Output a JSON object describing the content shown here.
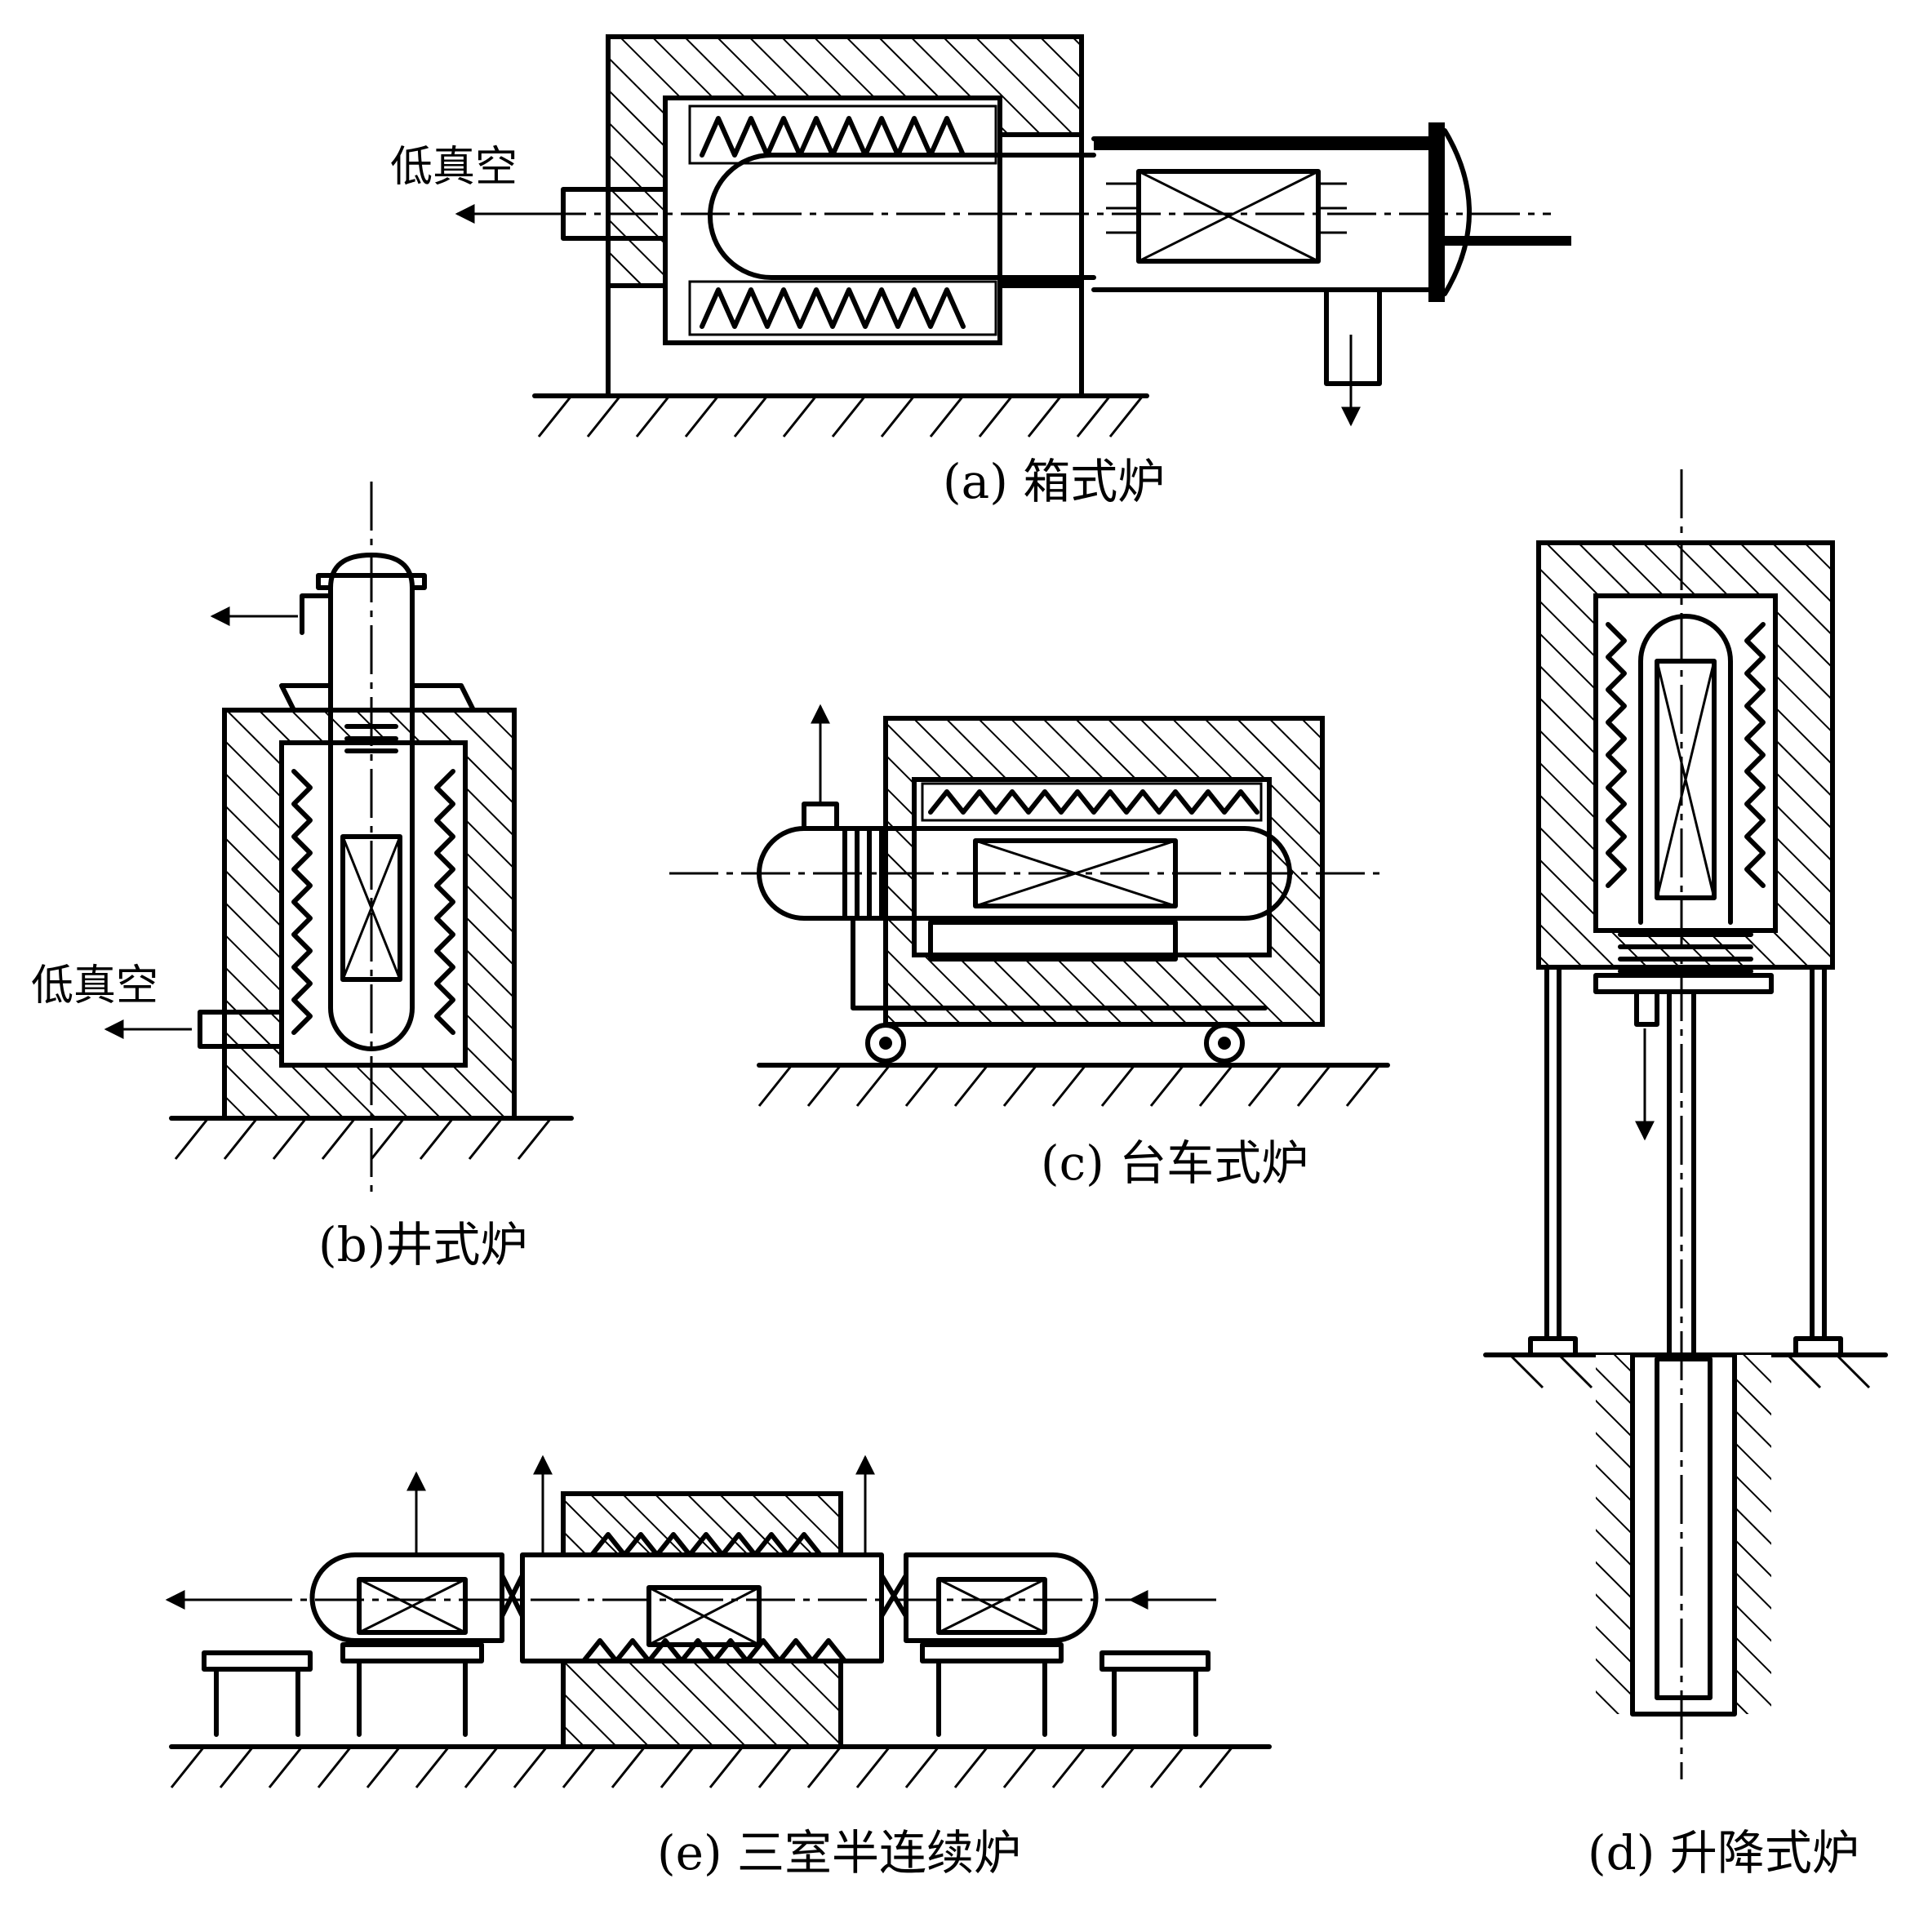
{
  "labels": {
    "a": "(a) 箱式炉",
    "b": "(b)井式炉",
    "c": "(c) 台车式炉",
    "d": "(d) 升降式炉",
    "e": "(e) 三室半连续炉"
  },
  "annotations": {
    "vacuum_a": "低真空",
    "vacuum_b": "低真空"
  },
  "colors": {
    "ink": "#000000",
    "paper": "#ffffff"
  }
}
